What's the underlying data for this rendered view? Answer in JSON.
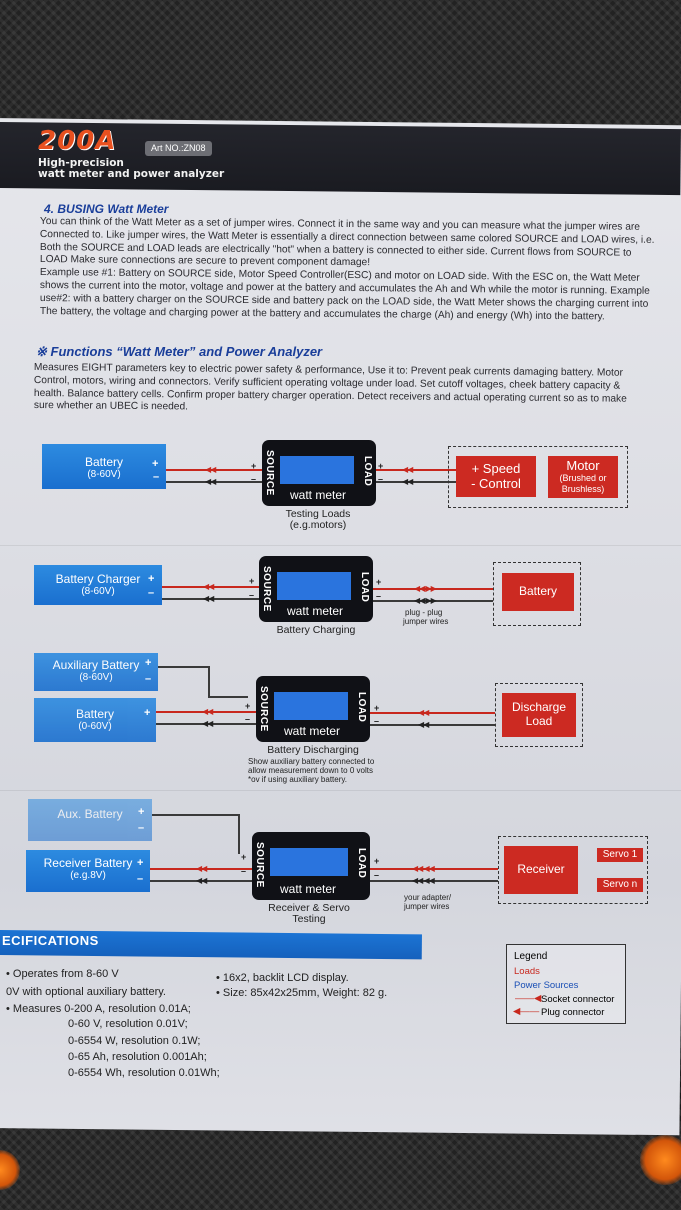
{
  "header": {
    "brand": "200A",
    "art_no": "Art NO.:ZN08",
    "subtitle_1": "High-precision",
    "subtitle_2": "watt meter and power analyzer"
  },
  "section_busing": {
    "title": "4. BUSING Watt Meter",
    "lines": [
      "You can think of the Watt Meter as a set of jumper wires. Connect it in the same way and you can measure what the jumper wires are",
      "Connected to. Like jumper wires, the Watt Meter is essentially a direct connection between same colored SOURCE and LOAD wires, i.e.",
      "Both the SOURCE and LOAD leads are electrically \"hot\" when a battery is connected to either side. Current flows from SOURCE to",
      "LOAD Make sure connections are secure to prevent component damage!",
      "Example use #1: Battery on SOURCE side, Motor Speed Controller(ESC) and motor on LOAD side. With the ESC on, the Watt Meter",
      "shows the current into the motor, voltage and power at the battery and accumulates the Ah and Wh while the motor is running. Example",
      "use#2: with a battery charger on the SOURCE side and battery pack on the LOAD side, the Watt Meter shows the charging current into",
      "The battery, the voltage and charging power at the battery and accumulates the charge (Ah) and energy (Wh) into the battery."
    ]
  },
  "section_functions": {
    "title": "※ Functions “Watt Meter” and Power Analyzer",
    "lines": [
      "Measures EIGHT parameters key to electric power safety & performance, Use it to: Prevent peak currents damaging battery. Motor",
      "Control, motors, wiring and connectors. Verify sufficient operating voltage under load. Set cutoff voltages, cheek battery capacity &",
      "health. Balance battery cells. Confirm proper battery charger operation. Detect receivers and actual operating current so as to make",
      "sure whether an UBEC is needed."
    ]
  },
  "meter_labels": {
    "source": "SOURCE",
    "load": "LOAD",
    "name": "watt meter",
    "plus": "+",
    "minus": "–"
  },
  "diagram1": {
    "battery": "Battery",
    "battery_sub": "(8-60V)",
    "caption_1": "Testing Loads",
    "caption_2": "(e.g.motors)",
    "speed": "+ Speed",
    "control": "- Control",
    "motor": "Motor",
    "motor_sub_1": "(Brushed or",
    "motor_sub_2": "Brushless)"
  },
  "diagram2": {
    "charger": "Battery Charger",
    "charger_sub": "(8-60V)",
    "caption": "Battery Charging",
    "plug_1": "plug - plug",
    "plug_2": "jumper wires",
    "battery": "Battery"
  },
  "diagram3": {
    "aux": "Auxiliary Battery",
    "aux_sub": "(8-60V)",
    "battery": "Battery",
    "battery_sub": "(0-60V)",
    "caption": "Battery Discharging",
    "note_1": "Show auxiliary battery connected to",
    "note_2": "allow measurement down to 0 volts",
    "note_3": "*ov if using auxiliary battery.",
    "load_1": "Discharge",
    "load_2": "Load"
  },
  "diagram4": {
    "aux": "Aux. Battery",
    "receiver_battery": "Receiver Battery",
    "receiver_sub": "(e.g.8V)",
    "caption_1": "Receiver & Servo",
    "caption_2": "Testing",
    "adapter_1": "your adapter/",
    "adapter_2": "jumper wires",
    "receiver": "Receiver",
    "servo_1": "Servo 1",
    "servo_n": "Servo n"
  },
  "specs": {
    "title": "ECIFICATIONS",
    "left": [
      "•  Operates from 8-60 V",
      "    0V with optional auxiliary battery.",
      "•  Measures 0-200 A, resolution 0.01A;",
      "0-60 V, resolution 0.01V;",
      "0-6554 W, resolution 0.1W;",
      "0-65 Ah, resolution 0.001Ah;",
      "0-6554 Wh, resolution 0.01Wh;"
    ],
    "right": [
      "•  16x2, backlit LCD display.",
      "•  Size: 85x42x25mm, Weight: 82 g."
    ]
  },
  "legend": {
    "title": "Legend",
    "loads": "Loads",
    "power_sources": "Power Sources",
    "socket": "Socket connector",
    "plug": "Plug connector"
  },
  "colors": {
    "brand": "#e8501f",
    "blue": "#1a6fcf",
    "red": "#cc2a22",
    "title_blue": "#1a3e9a"
  }
}
